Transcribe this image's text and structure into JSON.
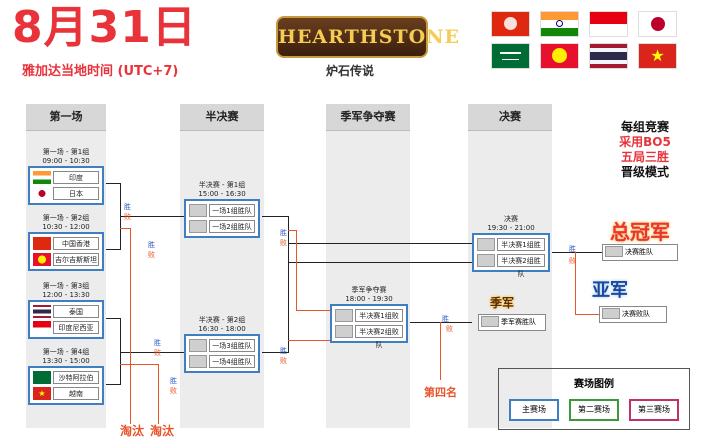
{
  "header": {
    "date": "8月31日",
    "timezone": "雅加达当地时间 (UTC+7)",
    "logo_text": "HEARTHSTONE",
    "logo_subtitle": "炉石传说"
  },
  "flags": [
    "hong-kong-flag",
    "india-flag",
    "indonesia-flag",
    "japan-flag",
    "saudi-arabia-flag",
    "kyrgyzstan-flag",
    "thailand-flag",
    "vietnam-flag"
  ],
  "columns": {
    "round1": "第一场",
    "semis": "半决赛",
    "third": "季军争夺赛",
    "final": "决赛"
  },
  "round1": [
    {
      "label": "第一场 - 第1组",
      "time": "09:00 - 10:30",
      "team1": "印度",
      "team2": "日本"
    },
    {
      "label": "第一场 - 第2组",
      "time": "10:30 - 12:00",
      "team1": "中国香港",
      "team2": "吉尔吉斯斯坦"
    },
    {
      "label": "第一场 - 第3组",
      "time": "12:00 - 13:30",
      "team1": "泰国",
      "team2": "印度尼西亚"
    },
    {
      "label": "第一场 - 第4组",
      "time": "13:30 - 15:00",
      "team1": "沙特阿拉伯",
      "team2": "越南"
    }
  ],
  "semis": [
    {
      "label": "半决赛 - 第1组",
      "time": "15:00 - 16:30",
      "team1": "一场1组胜队",
      "team2": "一场2组胜队"
    },
    {
      "label": "半决赛 - 第2组",
      "time": "16:30 - 18:00",
      "team1": "一场3组胜队",
      "team2": "一场4组胜队"
    }
  ],
  "third_match": {
    "label": "季军争夺赛",
    "time": "18:00 - 19:30",
    "team1": "半决赛1组败队",
    "team2": "半决赛2组败队"
  },
  "final_match": {
    "label": "决赛",
    "time": "19:30 - 21:00",
    "team1": "半决赛1组胜队",
    "team2": "半决赛2组胜队"
  },
  "win": "胜",
  "lose": "败",
  "champion": {
    "title": "总冠军",
    "team": "决赛胜队"
  },
  "runner_up": {
    "title": "亚军",
    "team": "决赛败队"
  },
  "third_place": {
    "title": "季军",
    "team": "季军赛胜队"
  },
  "fourth_place": "第四名",
  "eliminated": [
    "淘汰",
    "淘汰"
  ],
  "rules": [
    "每组竞赛",
    "采用BO5",
    "五局三胜",
    "晋级模式"
  ],
  "legend": {
    "title": "赛场图例",
    "items": [
      {
        "label": "主赛场",
        "color": "#3f7ec0"
      },
      {
        "label": "第二赛场",
        "color": "#3a9a3a"
      },
      {
        "label": "第三赛场",
        "color": "#c0306a"
      }
    ]
  },
  "colors": {
    "accent_red": "#e8333a",
    "arena_blue": "#3f7ec0",
    "orange": "#e8552b"
  }
}
